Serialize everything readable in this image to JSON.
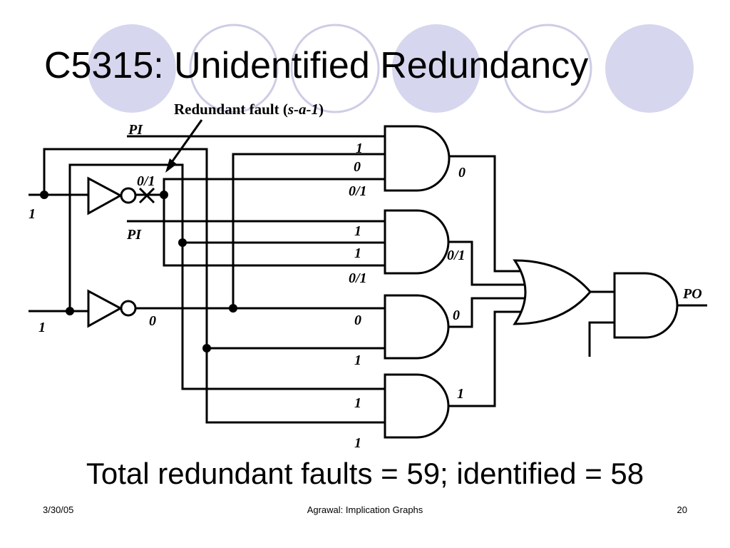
{
  "slide": {
    "title": "C5315: Unidentified Redundancy",
    "summary": "Total redundant faults = 59; identified = 58",
    "footer": {
      "date": "3/30/05",
      "center": "Agrawal: Implication Graphs",
      "page": "20"
    }
  },
  "colors": {
    "circle_fill": "#d6d6ee",
    "circle_stroke": "#d6d6ee",
    "circle_outline": "#c8c8e4"
  },
  "diagram": {
    "callout": {
      "prefix": "Redundant fault (",
      "fault": "s-a-1",
      "suffix": ")"
    },
    "labels": {
      "pi_top": "PI",
      "pi_mid": "PI",
      "po": "PO",
      "input_a": "1",
      "input_b": "1",
      "fault_site": "0/1",
      "inv2_out": "0",
      "and1_in1": "1",
      "and1_in2": "0",
      "and1_in3": "0/1",
      "and1_out": "0",
      "and2_in1": "1",
      "and2_in2": "1",
      "and2_in3": "0/1",
      "and2_out": "0/1",
      "and3_in1": "0",
      "and3_in2": "1",
      "and3_out": "0",
      "and4_in1": "1",
      "and4_in2": "1",
      "and4_out": "1"
    }
  }
}
